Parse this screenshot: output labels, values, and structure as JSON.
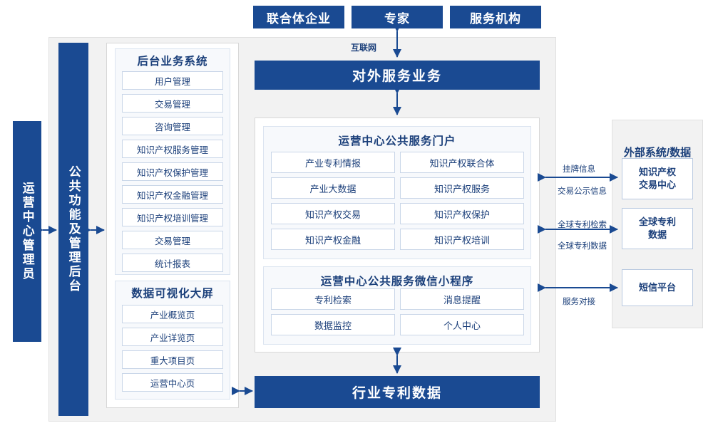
{
  "top_chips": [
    {
      "label": "联合体企业"
    },
    {
      "label": "专家"
    },
    {
      "label": "服务机构"
    }
  ],
  "internet_label": "互联网",
  "external_service_banner": "对外服务业务",
  "left_roles": {
    "operator": "运营中心管理员",
    "common_admin": "公共功能及管理后台"
  },
  "backoffice": {
    "title": "后台业务系统",
    "items": [
      "用户管理",
      "交易管理",
      "咨询管理",
      "知识产权服务管理",
      "知识产权保护管理",
      "知识产权金融管理",
      "知识产权培训管理",
      "交易管理",
      "统计报表"
    ]
  },
  "dataviz": {
    "title": "数据可视化大屏",
    "items": [
      "产业概览页",
      "产业详览页",
      "重大项目页",
      "运营中心页"
    ]
  },
  "portal": {
    "title": "运营中心公共服务门户",
    "items": [
      "产业专利情报",
      "知识产权联合体",
      "产业大数据",
      "知识产权服务",
      "知识产权交易",
      "知识产权保护",
      "知识产权金融",
      "知识产权培训"
    ]
  },
  "miniprogram": {
    "title": "运营中心公共服务微信小程序",
    "items": [
      "专利检索",
      "消息提醒",
      "数据监控",
      "个人中心"
    ]
  },
  "bottom_banner": "行业专利数据",
  "external": {
    "title": "外部系统/数据",
    "boxes": [
      "知识产权\n交易中心",
      "全球专利\n数据",
      "短信平台"
    ],
    "link_labels": [
      "挂牌信息",
      "交易公示信息",
      "全球专利检索",
      "全球专利数据",
      "服务对接"
    ]
  },
  "colors": {
    "brand_blue": "#1a4a92",
    "panel_bg": "#f2f2f2",
    "cell_border": "#c9d6e8",
    "text_blue": "#1b3f7a"
  }
}
